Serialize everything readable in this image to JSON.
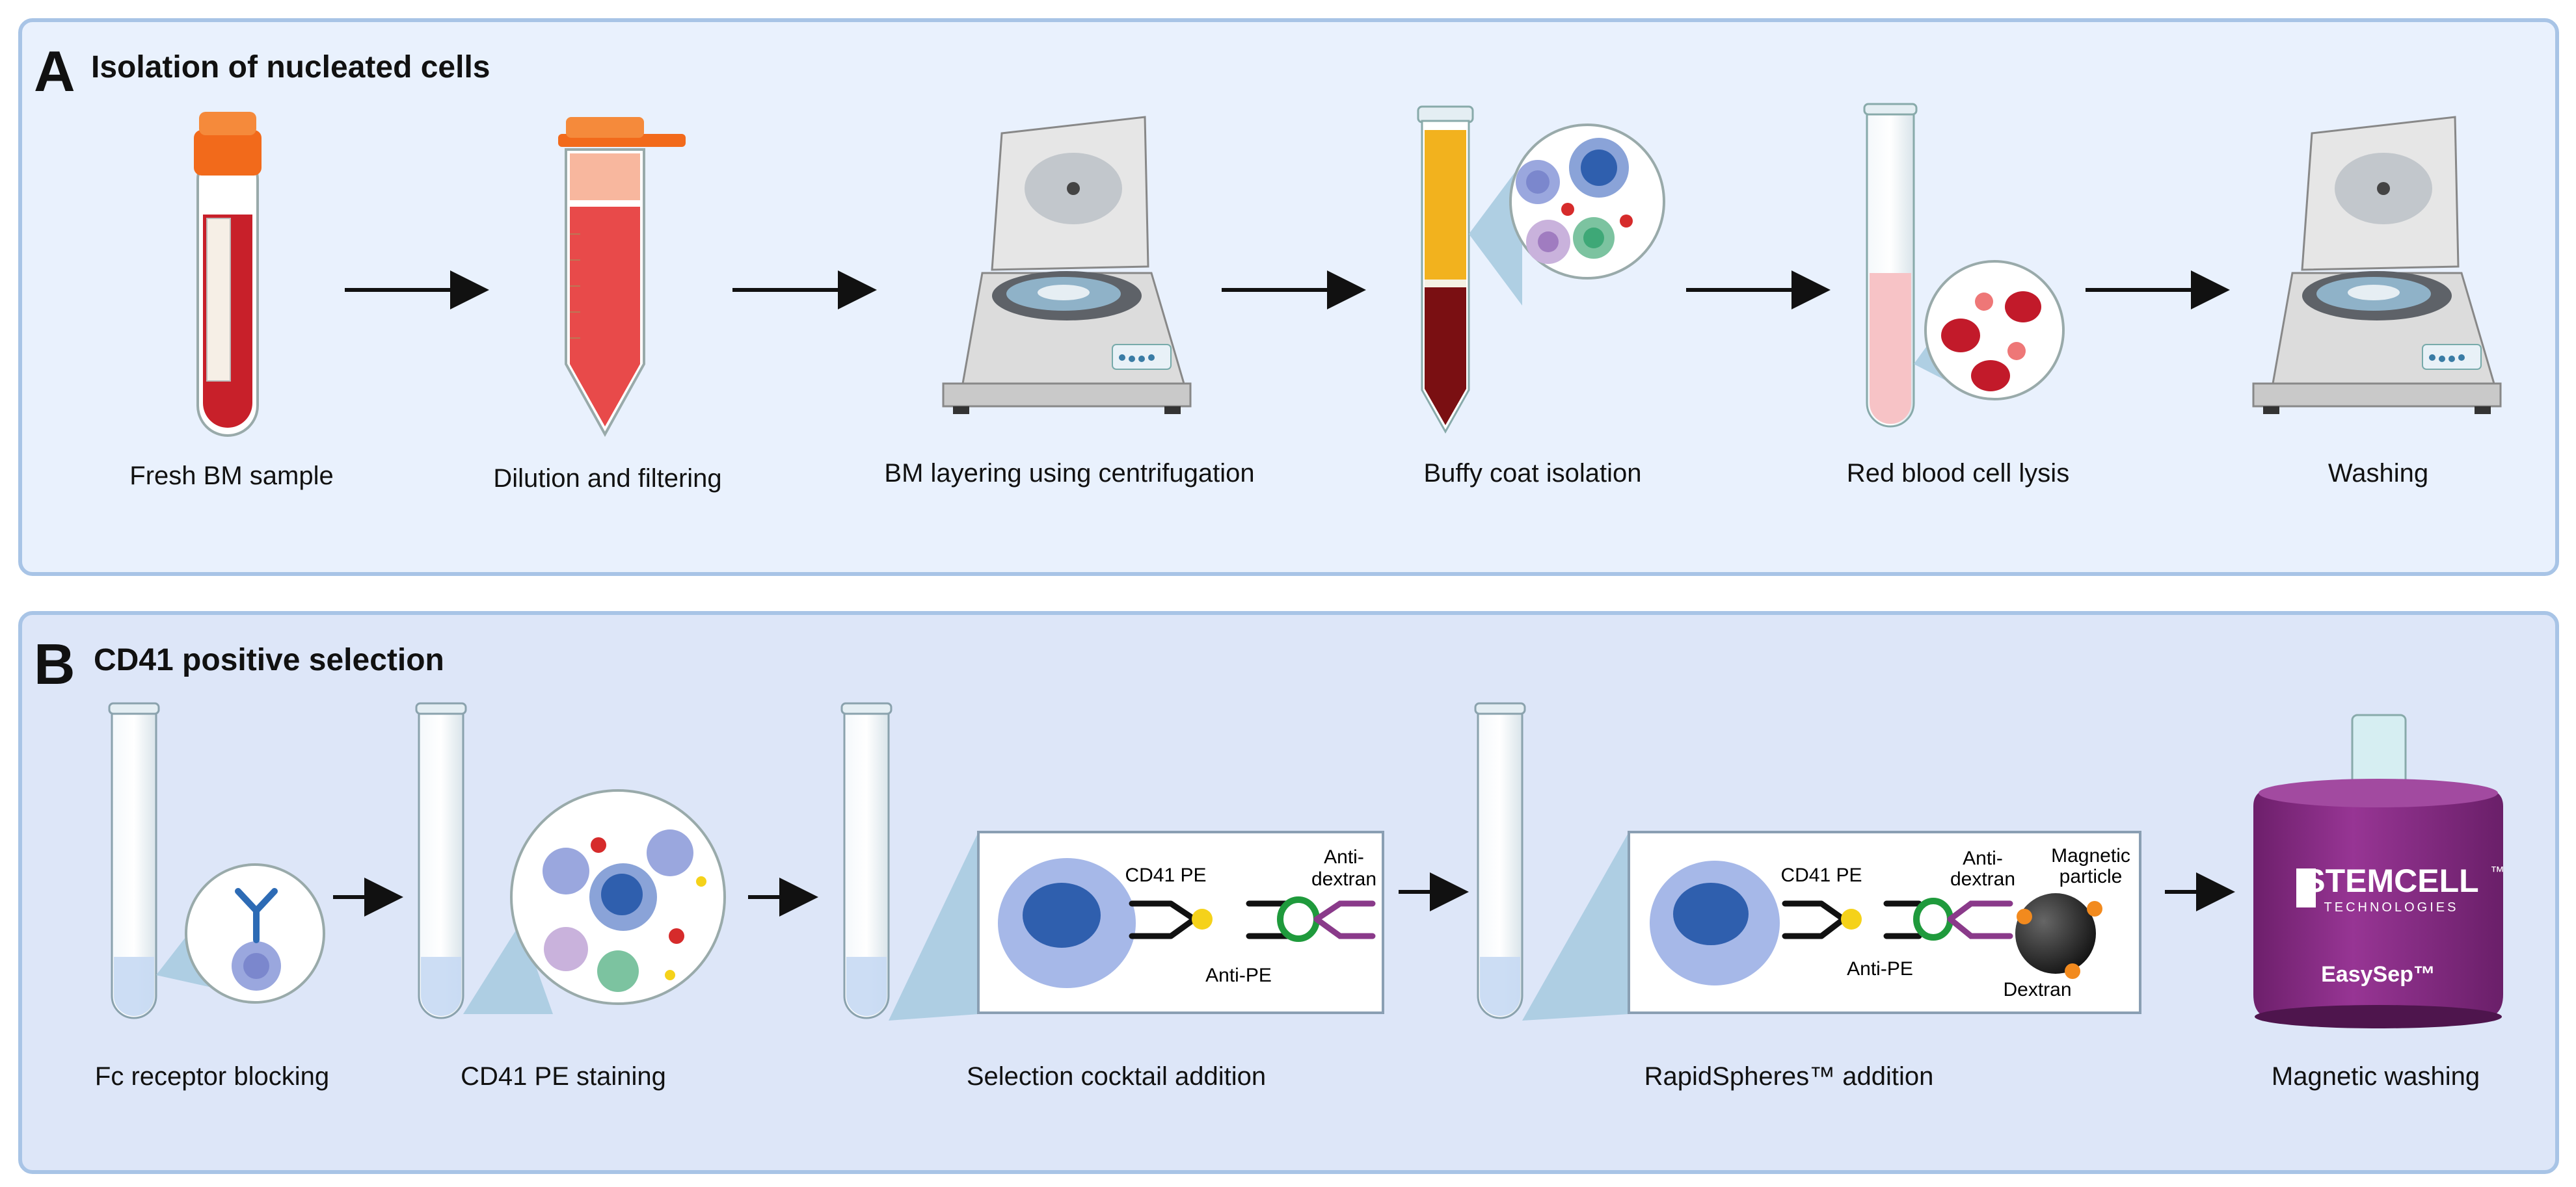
{
  "panel_a": {
    "letter": "A",
    "title": "Isolation of nucleated cells",
    "steps": [
      {
        "label": "Fresh BM sample"
      },
      {
        "label": "Dilution and filtering"
      },
      {
        "label": "BM layering using centrifugation"
      },
      {
        "label": "Buffy coat isolation"
      },
      {
        "label": "Red blood cell lysis"
      },
      {
        "label": "Washing"
      }
    ]
  },
  "panel_b": {
    "letter": "B",
    "title": "CD41 positive selection",
    "steps": [
      {
        "label": "Fc receptor blocking"
      },
      {
        "label": "CD41 PE staining"
      },
      {
        "label": "Selection cocktail addition"
      },
      {
        "label": "RapidSpheres™ addition"
      },
      {
        "label": "Magnetic washing"
      }
    ],
    "diagram_1": {
      "cd41_pe": "CD41 PE",
      "anti_pe": "Anti-PE",
      "anti_dextran_line1": "Anti-",
      "anti_dextran_line2": "dextran"
    },
    "diagram_2": {
      "cd41_pe": "CD41 PE",
      "anti_pe": "Anti-PE",
      "anti_dextran_line1": "Anti-",
      "anti_dextran_line2": "dextran",
      "magnetic_line1": "Magnetic",
      "magnetic_line2": "particle",
      "dextran": "Dextran"
    },
    "magnet": {
      "brand": "STEMCELL",
      "brand_tm": "™",
      "sub": "TECHNOLOGIES",
      "product": "EasySep™"
    }
  },
  "colors": {
    "panel_a_bg": "#e9f1fd",
    "panel_b_bg": "#dde6f8",
    "panel_border": "#a8c4e6",
    "cap_orange": "#f26a1b",
    "blood_red": "#c8202a",
    "magnet_purple": "#8a2f86",
    "pe_yellow": "#f5d21a",
    "link_green": "#1f9a3c"
  }
}
